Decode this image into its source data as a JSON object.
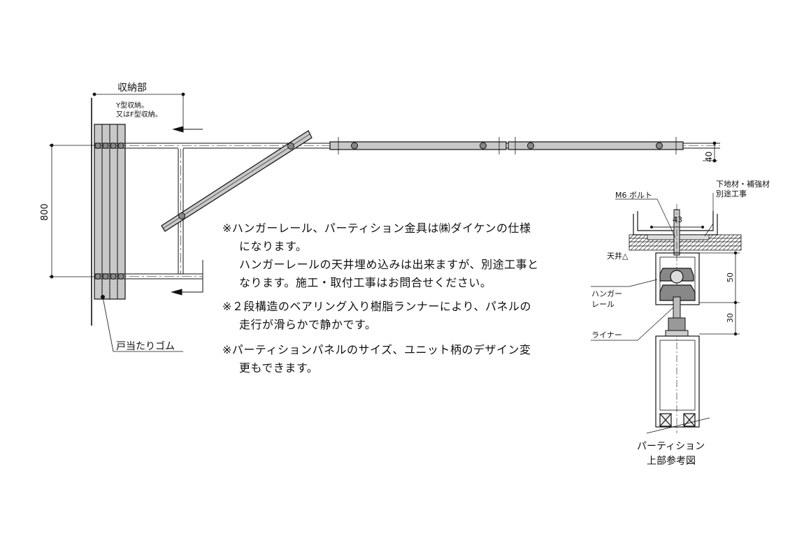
{
  "plan": {
    "storage_label": "収納部",
    "storage_note_line1": "Y型収納。",
    "storage_note_line2": "又はF型収納。",
    "dim_800": "800",
    "dim_40": "40",
    "door_stop_label": "戸当たりゴム"
  },
  "notes": [
    {
      "line1": "※ハンガーレール、パーティション金具は㈱ダイケンの仕様",
      "line2": "になります。",
      "line3": "ハンガーレールの天井埋め込みは出来ますが、別途工事と",
      "line4": "なります。施工・取付工事はお問合せください。"
    },
    {
      "line1": "※２段構造のベアリング入り樹脂ランナーにより、パネルの",
      "line2": "走行が滑らかで静かです。"
    },
    {
      "line1": "※パーティションパネルのサイズ、ユニット柄のデザイン変",
      "line2": "更もできます。"
    }
  ],
  "section": {
    "bolt_label": "M6 ボルト",
    "base_label_line1": "下地材・補強材",
    "base_label_line2": "別途工事",
    "dim_43": "43",
    "ceiling_label": "天井△",
    "hanger_line1": "ハンガー",
    "hanger_line2": "レール",
    "liner_label": "ライナー",
    "dim_50": "50",
    "dim_30": "30",
    "caption_line1": "パーティション",
    "caption_line2": "上部参考図"
  },
  "colors": {
    "line": "#111111",
    "panel_fill": "#c8c8c8",
    "hatch": "#555555"
  }
}
